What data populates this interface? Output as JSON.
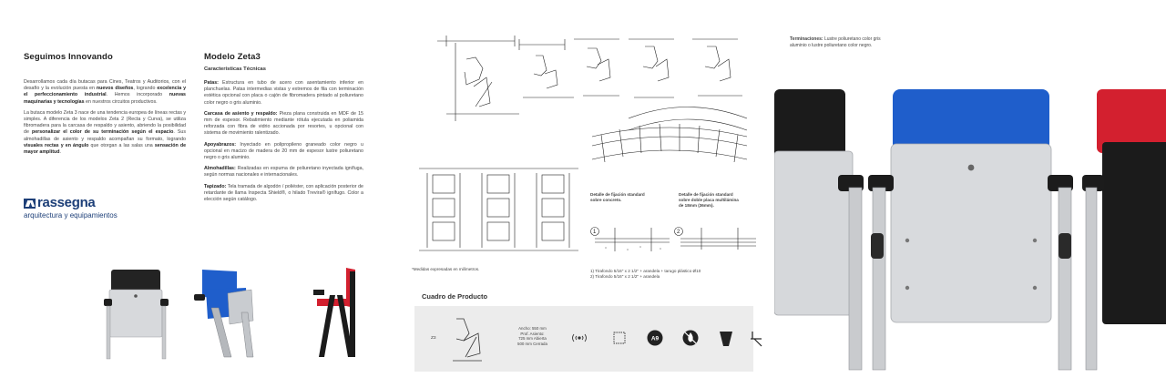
{
  "panel1": {
    "title": "Seguimos Innovando",
    "paragraphs": [
      [
        "Desarrollamos cada día butacas para Cines, Teatros y Auditorios, con el desafío y la evolución puesta en ",
        "nuevos diseños",
        ", logrando ",
        "excelencia y el perfeccionamiento industrial",
        ". Hemos incorporado ",
        "nuevas maquinarias y tecnologías",
        " en nuestros circuitos productivos."
      ],
      [
        "La butaca modelo Zeta 3 nace de una tendencia europea de líneas rectas y simples. A diferencia de los modelos Zeta 2 (Recta y Curva), se utiliza fibromadera para la carcasa de respaldo y asiento, abriendo la posibilidad de ",
        "personalizar el color de su terminación según el espacio",
        ". Sus almohadillas de asiento y respaldo acompañan su formato, logrando ",
        "visuales rectas y en ángulo",
        " que otorgan a las salas una ",
        "sensación de mayor amplitud",
        "."
      ]
    ],
    "logo_name": "rassegna",
    "logo_sub": "arquitectura y equipamientos"
  },
  "panel2": {
    "title": "Modelo Zeta3",
    "subtitle": "Características Técnicas",
    "specs": [
      {
        "label": "Patas:",
        "text": " Estructura en tubo de acero con asentamiento inferior en planchuelas. Patas intermedias vistas y extremos de fila con terminación estética opcional con placa o cajón de fibromadera pintado al poliuretano color negro o gris aluminio."
      },
      {
        "label": "Carcasa de asiento y respaldo:",
        "text": " Pieza plana construida en MDF de 15 mm de espesor. Rebatimiento mediante rótula ejecutada en poliamida reforzada con fibra de vidrio accionada por resortes, u opcional con sistema de movimiento ralentizado."
      },
      {
        "label": "Apoyabrazos:",
        "text": " Inyectado en polipropileno graneado color negro u opcional en macizo de madera de 20 mm de espesor lustre poliuretano negro o gris aluminio."
      },
      {
        "label": "Almohadillas:",
        "text": " Realizadas en espuma de poliuretano inyectada ignífuga, según normas nacionales e internacionales."
      },
      {
        "label": "Tapizado:",
        "text": " Tela tramada de algodón / poliéster, con aplicación posterior de retardante de llama Inspecta Shield®, o hilado Trevira® ignífugo. Color a elección según catálogo."
      }
    ]
  },
  "panel3": {
    "measure_note": "*Medidas expresadas en milímetros.",
    "detail_concrete": "Detalle de fijación standard sobre concreto.",
    "detail_plywood": "Detalle de fijación standard sobre doble placa multilámina de 18mm (36mm).",
    "fixings": [
      "1) Tirafondo 5/16\" x 2 1/2\" + arandela + tarugo plástico Ø10",
      "2) Tirafondo 5/16\" x 2 1/2\" + arandela"
    ],
    "marker_1": "1",
    "marker_2": "2",
    "product_title": "Cuadro de Producto",
    "product_code": "Z3",
    "product_specs": [
      "Ancho: 550 mm",
      "Prof. Asiento:",
      "725 mm Abierta",
      "500 mm Cerrada"
    ],
    "picto_icons": [
      "sound-icon",
      "fabric-icon",
      "fire-class-icon",
      "no-fire-icon",
      "armrest-icon",
      "fixing-icon"
    ],
    "picto_a9": "A9"
  },
  "panel4": {
    "terminations_label": "Terminaciones:",
    "terminations_text": " Lustre poliuretano color gris aluminio o lustre poliuretano color negro."
  },
  "colors": {
    "brand_blue": "#1d3f78",
    "seat_blue": "#1f5ecb",
    "seat_red": "#d3202f",
    "seat_black": "#1b1b1b",
    "shell_grey": "#cfd1d4"
  }
}
